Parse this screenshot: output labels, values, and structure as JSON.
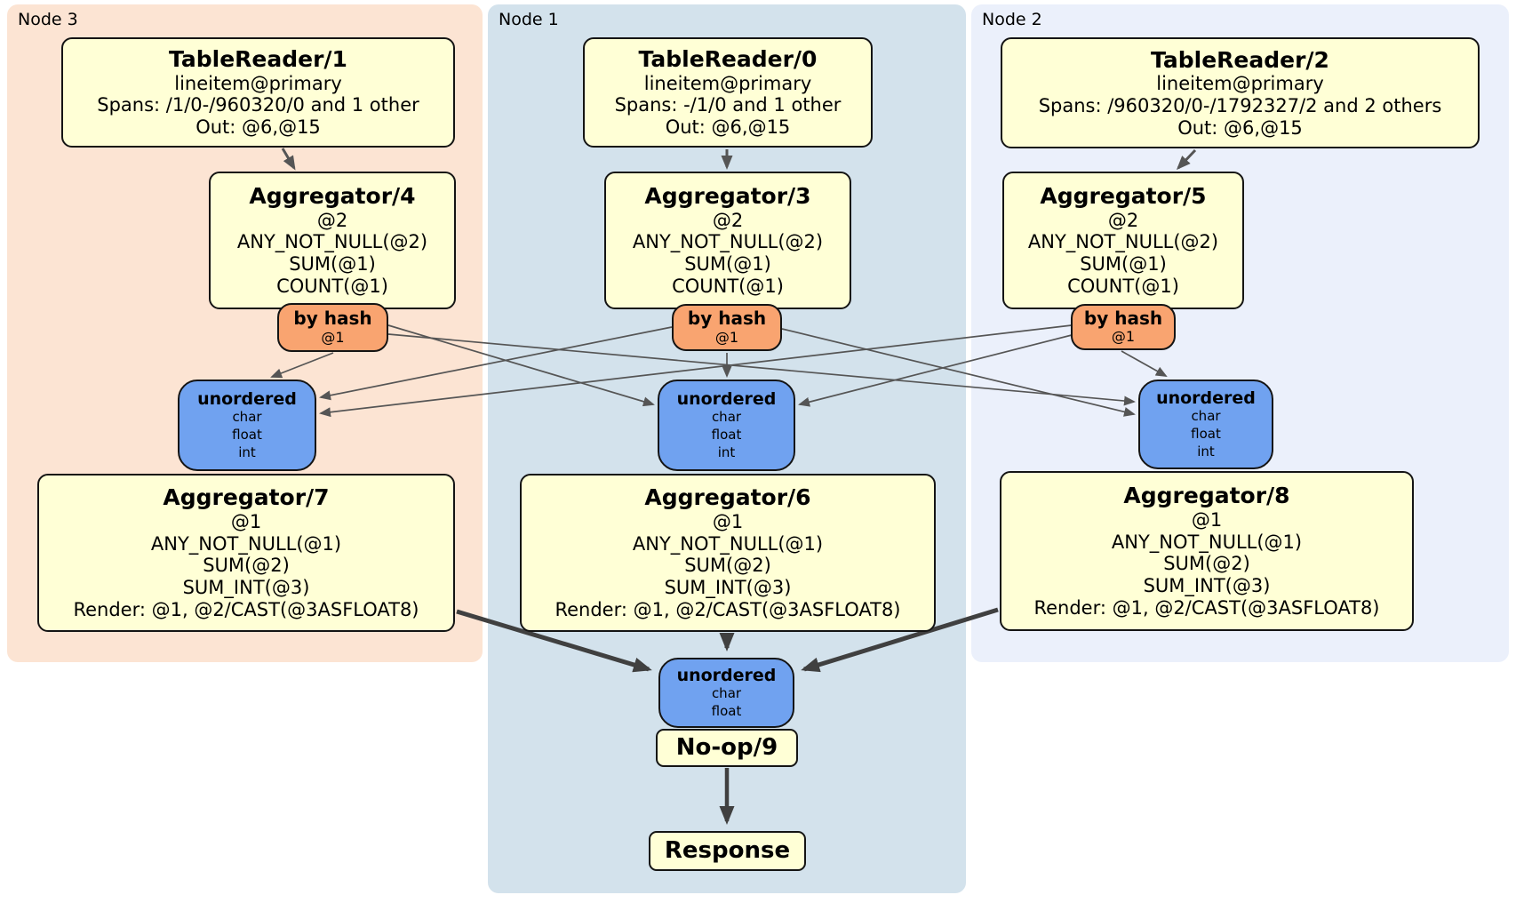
{
  "diagram": {
    "nodes": [
      {
        "label": "Node 3",
        "table_reader": {
          "title": "TableReader/1",
          "lines": [
            "lineitem@primary",
            "Spans: /1/0-/960320/0 and 1 other",
            "Out: @6,@15"
          ]
        },
        "stage1_aggregator": {
          "title": "Aggregator/4",
          "lines": [
            "@2",
            "ANY_NOT_NULL(@2)",
            "SUM(@1)",
            "COUNT(@1)"
          ]
        },
        "hash_router": {
          "title": "by hash",
          "detail": "@1"
        },
        "sync": {
          "title": "unordered",
          "items": [
            "char",
            "float",
            "int"
          ]
        },
        "stage2_aggregator": {
          "title": "Aggregator/7",
          "lines": [
            "@1",
            "ANY_NOT_NULL(@1)",
            "SUM(@2)",
            "SUM_INT(@3)",
            "Render: @1, @2/CAST(@3ASFLOAT8)"
          ]
        }
      },
      {
        "label": "Node 1",
        "table_reader": {
          "title": "TableReader/0",
          "lines": [
            "lineitem@primary",
            "Spans: -/1/0 and 1 other",
            "Out: @6,@15"
          ]
        },
        "stage1_aggregator": {
          "title": "Aggregator/3",
          "lines": [
            "@2",
            "ANY_NOT_NULL(@2)",
            "SUM(@1)",
            "COUNT(@1)"
          ]
        },
        "hash_router": {
          "title": "by hash",
          "detail": "@1"
        },
        "sync": {
          "title": "unordered",
          "items": [
            "char",
            "float",
            "int"
          ]
        },
        "stage2_aggregator": {
          "title": "Aggregator/6",
          "lines": [
            "@1",
            "ANY_NOT_NULL(@1)",
            "SUM(@2)",
            "SUM_INT(@3)",
            "Render: @1, @2/CAST(@3ASFLOAT8)"
          ]
        }
      },
      {
        "label": "Node 2",
        "table_reader": {
          "title": "TableReader/2",
          "lines": [
            "lineitem@primary",
            "Spans: /960320/0-/1792327/2 and 2 others",
            "Out: @6,@15"
          ]
        },
        "stage1_aggregator": {
          "title": "Aggregator/5",
          "lines": [
            "@2",
            "ANY_NOT_NULL(@2)",
            "SUM(@1)",
            "COUNT(@1)"
          ]
        },
        "hash_router": {
          "title": "by hash",
          "detail": "@1"
        },
        "sync": {
          "title": "unordered",
          "items": [
            "char",
            "float",
            "int"
          ]
        },
        "stage2_aggregator": {
          "title": "Aggregator/8",
          "lines": [
            "@1",
            "ANY_NOT_NULL(@1)",
            "SUM(@2)",
            "SUM_INT(@3)",
            "Render: @1, @2/CAST(@3ASFLOAT8)"
          ]
        }
      }
    ],
    "final_stage": {
      "sync": {
        "title": "unordered",
        "items": [
          "char",
          "float"
        ]
      },
      "noop_label": "No-op/9",
      "response_label": "Response"
    },
    "colors": {
      "node3_bg": "#fce4d3",
      "node1_bg": "#d3e2ec",
      "node2_bg": "#ebf0fb",
      "operator_box_fill": "#ffffd6",
      "hash_router_fill": "#f9a470",
      "sync_fill": "#70a2f0",
      "edge_color": "#555555",
      "thick_edge_color": "#404040"
    }
  }
}
